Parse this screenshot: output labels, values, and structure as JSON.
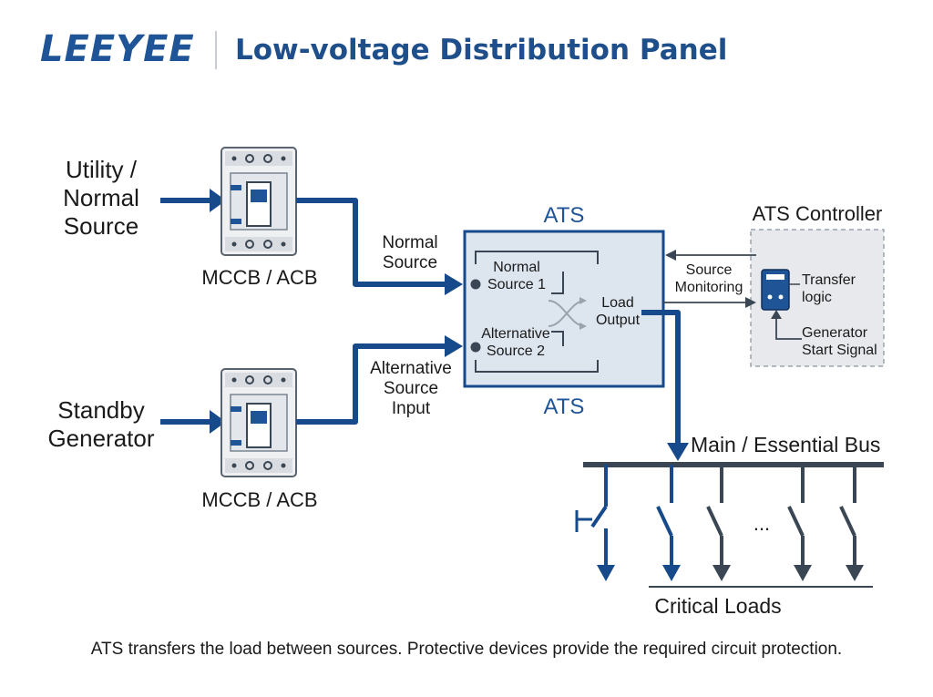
{
  "header": {
    "brand": "LEEYEE",
    "title": "Low-voltage Distribution Panel"
  },
  "sources": {
    "utility_lines": [
      "Utility /",
      "Normal",
      "Source"
    ],
    "generator_lines": [
      "Standby",
      "Generator"
    ]
  },
  "breakers": {
    "top_label": "MCCB / ACB",
    "bottom_label": "MCCB / ACB"
  },
  "feeds": {
    "normal_lines": [
      "Normal",
      "Source"
    ],
    "alternative_lines": [
      "Alternative",
      "Source",
      "Input"
    ]
  },
  "ats": {
    "title_top": "ATS",
    "title_bottom": "ATS",
    "source1_lines": [
      "Normal",
      "Source 1"
    ],
    "source2_lines": [
      "Alternative",
      "Source 2"
    ],
    "output_lines": [
      "Load",
      "Output"
    ]
  },
  "controller": {
    "title": "ATS Controller",
    "monitoring_lines": [
      "Source",
      "Monitoring"
    ],
    "transfer_lines": [
      "Transfer",
      "logic"
    ],
    "generator_signal_lines": [
      "Generator",
      "Start Signal"
    ]
  },
  "bus": {
    "label": "Main / Essential Bus",
    "loads_label": "Critical Loads",
    "ellipsis": "..."
  },
  "footer": {
    "caption": "ATS transfers the load between sources. Protective devices provide the required circuit protection."
  },
  "colors": {
    "brand_blue": "#1f5597",
    "wire_blue": "#164a8a",
    "ats_fill": "#dde5ef",
    "controller_fill": "#e7e9ec",
    "bus_dark": "#3a4653"
  }
}
